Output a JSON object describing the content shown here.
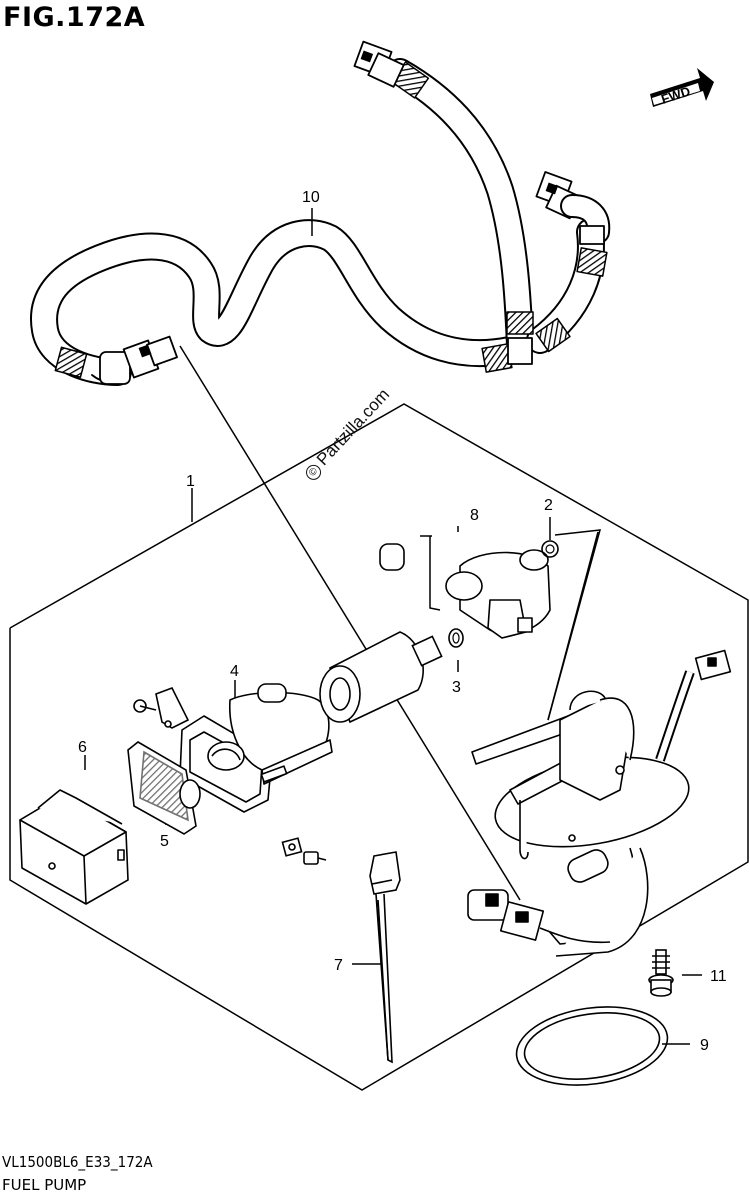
{
  "figure": {
    "title": "FIG.172A",
    "fwd_label": "FWD",
    "watermark": "Partzilla.com",
    "watermark_icon": "copyright-icon",
    "model_code": "VL1500BL6_E33_172A",
    "section_name": "FUEL PUMP"
  },
  "callouts": [
    "1",
    "2",
    "3",
    "4",
    "5",
    "6",
    "7",
    "8",
    "9",
    "10",
    "11"
  ]
}
